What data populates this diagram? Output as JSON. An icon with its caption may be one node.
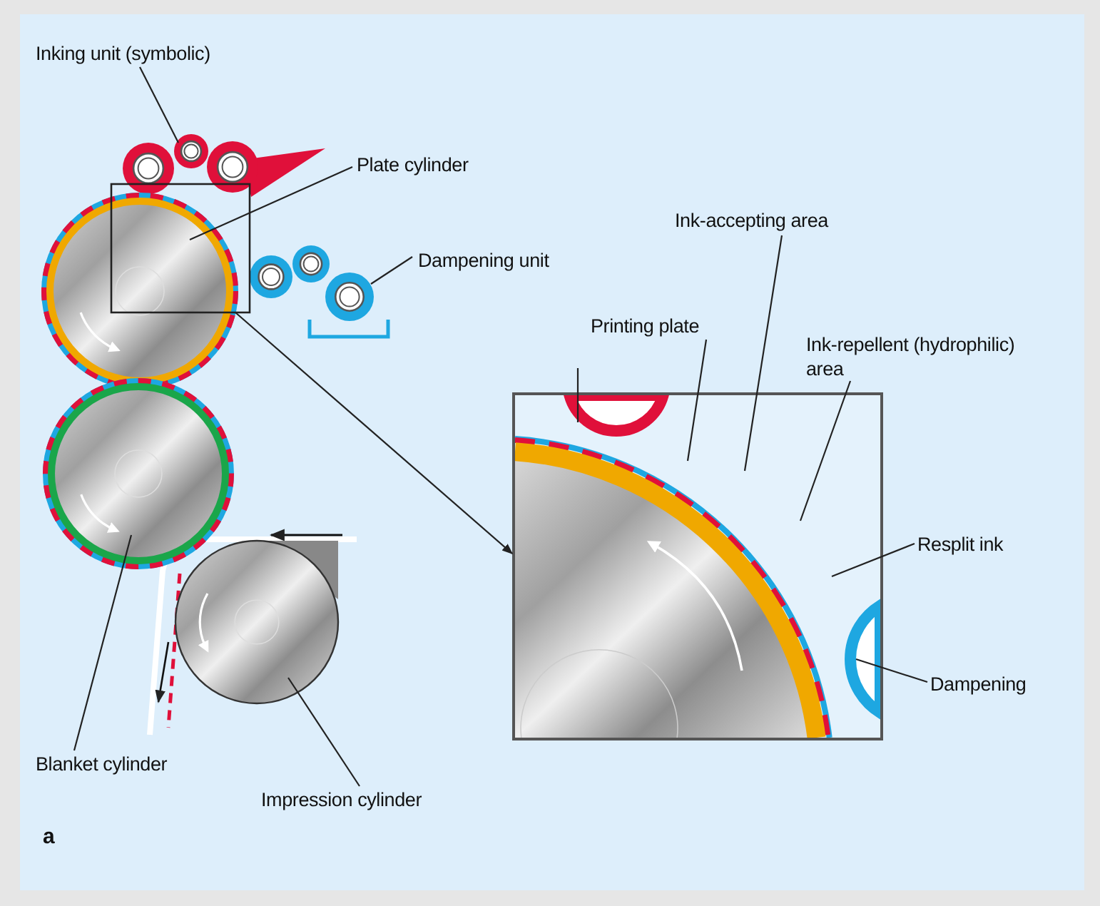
{
  "diagram": {
    "nodes": [
      {
        "text": [
          "Inking unit (symbolic)"
        ]
      },
      {
        "text": [],
        "shape": "picture"
      },
      {
        "text": [
          "Plate cylinder"
        ]
      },
      {
        "text": [],
        "shape": "circle"
      },
      {
        "text": [
          "Dampening unit"
        ]
      },
      {
        "text": [],
        "shape": "picture"
      },
      {
        "text": [],
        "shape": "box"
      },
      {
        "text": [],
        "shape": "box"
      },
      {
        "text": [
          "Printing plate"
        ]
      },
      {
        "text": [
          "Ink-accepting area"
        ]
      },
      {
        "text": [
          "Ink-repellent (hydrophilic) area"
        ]
      },
      {
        "text": [
          "Resplit ink"
        ]
      },
      {
        "text": [
          "Dampening"
        ]
      },
      {
        "text": [],
        "shape": "circle"
      },
      {
        "text": [
          "Blanket cylinder"
        ]
      },
      {
        "text": [],
        "shape": "circle"
      },
      {
        "text": [
          "Impression cylinder"
        ]
      }
    ],
    "edges": [
      {
        "from": 0,
        "to": 1,
        "arrow": "none"
      },
      {
        "from": 2,
        "to": 3,
        "arrow": "none"
      },
      {
        "from": 4,
        "to": 5,
        "arrow": "none"
      },
      {
        "from": 6,
        "to": 7,
        "arrow": "to"
      },
      {
        "from": 8,
        "to": 7,
        "arrow": "none"
      },
      {
        "from": 9,
        "to": 7,
        "arrow": "none"
      },
      {
        "from": 10,
        "to": 7,
        "arrow": "none"
      },
      {
        "from": 11,
        "to": 7,
        "arrow": "none"
      },
      {
        "from": 12,
        "to": 7,
        "arrow": "none"
      },
      {
        "from": 14,
        "to": 13,
        "arrow": "none"
      },
      {
        "from": 16,
        "to": 15,
        "arrow": "none"
      },
      {
        "from": null,
        "to": 7,
        "arrow": "none"
      }
    ],
    "labels": [
      "a"
    ]
  }
}
